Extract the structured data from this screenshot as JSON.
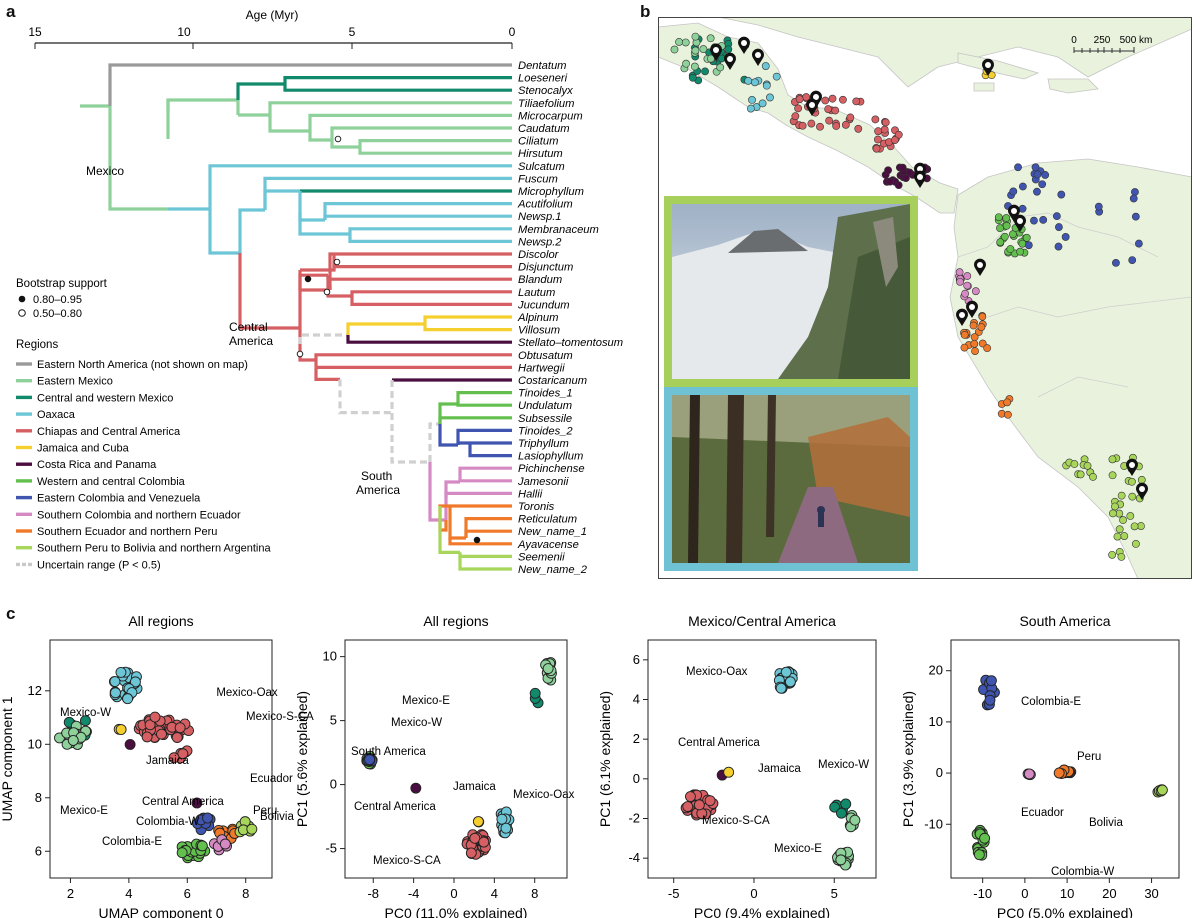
{
  "panel_labels": {
    "a": "a",
    "b": "b",
    "c": "c"
  },
  "tree": {
    "axis_title": "Age (Myr)",
    "ticks": [
      "15",
      "10",
      "5",
      "0"
    ],
    "taxa": [
      "Dentatum",
      "Loeseneri",
      "Stenocalyx",
      "Tiliaefolium",
      "Microcarpum",
      "Caudatum",
      "Ciliatum",
      "Hirsutum",
      "Sulcatum",
      "Fuscum",
      "Microphyllum",
      "Acutifolium",
      "Newsp.1",
      "Membranaceum",
      "Newsp.2",
      "Discolor",
      "Disjunctum",
      "Blandum",
      "Lautum",
      "Jucundum",
      "Alpinum",
      "Villosum",
      "Stellato–tomentosum",
      "Obtusatum",
      "Hartwegii",
      "Costaricanum",
      "Tinoides_1",
      "Undulatum",
      "Subsessile",
      "Tinoides_2",
      "Triphyllum",
      "Lasiophyllum",
      "Pichinchense",
      "Jamesonii",
      "Hallii",
      "Toronis",
      "Reticulatum",
      "New_name_1",
      "Ayavacense",
      "Seemenii",
      "New_name_2"
    ],
    "clade_labels": {
      "mexico": "Mexico",
      "central_1": "Central",
      "central_2": "America",
      "south_1": "South",
      "south_2": "America"
    },
    "bootstrap": {
      "title": "Bootstrap support",
      "high": "0.80–0.95",
      "low": "0.50–0.80"
    },
    "regions_title": "Regions",
    "regions": [
      {
        "label": "Eastern North America (not shown on map)",
        "color": "#9a9a9a"
      },
      {
        "label": "Eastern Mexico",
        "color": "#8ed19a"
      },
      {
        "label": "Central and western Mexico",
        "color": "#11896b"
      },
      {
        "label": "Oaxaca",
        "color": "#6cc6d6"
      },
      {
        "label": "Chiapas and Central America",
        "color": "#d55f63"
      },
      {
        "label": "Jamaica and Cuba",
        "color": "#f5cf2e"
      },
      {
        "label": "Costa Rica and Panama",
        "color": "#4a0f40"
      },
      {
        "label": "Western and central Colombia",
        "color": "#63c04f"
      },
      {
        "label": "Eastern Colombia and Venezuela",
        "color": "#3f55b0"
      },
      {
        "label": "Southern Colombia and northern Ecuador",
        "color": "#d58ac4"
      },
      {
        "label": "Southern Ecuador and northern Peru",
        "color": "#f07a2a"
      },
      {
        "label": "Southern Peru to Bolivia and northern Argentina",
        "color": "#a8d65a"
      }
    ],
    "uncertain_label": "Uncertain range (P < 0.5)"
  },
  "map": {
    "scalebar_ticks": [
      "0",
      "250",
      "500 km"
    ],
    "photo_1": "cloud forest slope photograph",
    "photo_2": "forest trail photograph"
  },
  "chart_data": [
    {
      "type": "scatter",
      "title": "All regions",
      "xlabel": "UMAP component 0",
      "ylabel": "UMAP component 1",
      "xticks": [
        "2",
        "4",
        "6",
        "8"
      ],
      "yticks": [
        "6",
        "8",
        "10",
        "12"
      ],
      "xlim": [
        1.3,
        8.9
      ],
      "ylim": [
        5.0,
        13.9
      ],
      "annotations": [
        "Mexico-Oax",
        "Mexico-W",
        "Mexico-S-CA",
        "Jamaica",
        "Mexico-E",
        "Ecuador",
        "Central America",
        "Peru",
        "Bolivia",
        "Colombia-W",
        "Colombia-E"
      ],
      "clusters": [
        {
          "name": "Mexico-Oax",
          "color": "#6cc6d6",
          "center": [
            3.9,
            12.2
          ],
          "spread": [
            0.55,
            0.55
          ],
          "n": 24
        },
        {
          "name": "Mexico-S-CA",
          "color": "#d55f63",
          "center": [
            5.2,
            10.6
          ],
          "spread": [
            0.9,
            0.45
          ],
          "n": 38
        },
        {
          "name": "Mexico-S-CA",
          "color": "#d55f63",
          "center": [
            5.8,
            9.6
          ],
          "spread": [
            0.35,
            0.2
          ],
          "n": 6
        },
        {
          "name": "Mexico-W",
          "color": "#11896b",
          "center": [
            2.3,
            10.6
          ],
          "spread": [
            0.5,
            0.35
          ],
          "n": 8
        },
        {
          "name": "Mexico-E",
          "color": "#8ed19a",
          "center": [
            2.1,
            10.3
          ],
          "spread": [
            0.55,
            0.45
          ],
          "n": 16
        },
        {
          "name": "Jamaica",
          "color": "#f5cf2e",
          "center": [
            3.7,
            10.6
          ],
          "spread": [
            0.05,
            0.1
          ],
          "n": 2
        },
        {
          "name": "Central America",
          "color": "#4a0f40",
          "center": [
            4.0,
            10.0
          ],
          "spread": [
            0.05,
            0.05
          ],
          "n": 1
        },
        {
          "name": "Ecuador",
          "color": "#4a0f40",
          "center": [
            6.3,
            7.8
          ],
          "spread": [
            0.05,
            0.05
          ],
          "n": 1
        },
        {
          "name": "Colombia-W",
          "color": "#3f55b0",
          "center": [
            6.5,
            7.1
          ],
          "spread": [
            0.3,
            0.3
          ],
          "n": 10
        },
        {
          "name": "Peru",
          "color": "#f07a2a",
          "center": [
            7.4,
            6.7
          ],
          "spread": [
            0.35,
            0.3
          ],
          "n": 10
        },
        {
          "name": "Bolivia",
          "color": "#a8d65a",
          "center": [
            8.0,
            6.9
          ],
          "spread": [
            0.25,
            0.3
          ],
          "n": 8
        },
        {
          "name": "Colombia-W",
          "color": "#d58ac4",
          "center": [
            7.1,
            6.2
          ],
          "spread": [
            0.25,
            0.25
          ],
          "n": 6
        },
        {
          "name": "Colombia-E",
          "color": "#63c04f",
          "center": [
            6.2,
            6.0
          ],
          "spread": [
            0.45,
            0.35
          ],
          "n": 22
        }
      ]
    },
    {
      "type": "scatter",
      "title": "All regions",
      "xlabel": "PC0 (11.0% explained)",
      "ylabel": "PC1 (5.6% explained)",
      "xticks": [
        "-8",
        "-4",
        "0",
        "4",
        "8"
      ],
      "yticks": [
        "-5",
        "0",
        "5",
        "10"
      ],
      "xlim": [
        -10.8,
        11.2
      ],
      "ylim": [
        -7.3,
        11.3
      ],
      "annotations": [
        "Mexico-E",
        "Mexico-W",
        "South America",
        "Jamaica",
        "Mexico-Oax",
        "Central America",
        "Mexico-S-CA"
      ],
      "clusters": [
        {
          "name": "Mexico-E",
          "color": "#8ed19a",
          "center": [
            9.4,
            8.8
          ],
          "spread": [
            0.5,
            0.8
          ],
          "n": 14
        },
        {
          "name": "Mexico-W",
          "color": "#11896b",
          "center": [
            8.2,
            6.8
          ],
          "spread": [
            0.3,
            0.5
          ],
          "n": 3
        },
        {
          "name": "South America",
          "color": "#63c04f",
          "center": [
            -8.4,
            1.9
          ],
          "spread": [
            0.3,
            0.35
          ],
          "n": 16
        },
        {
          "name": "South America",
          "color": "#3f55b0",
          "center": [
            -8.3,
            1.9
          ],
          "spread": [
            0.2,
            0.25
          ],
          "n": 6
        },
        {
          "name": "Central America",
          "color": "#4a0f40",
          "center": [
            -3.8,
            -0.3
          ],
          "spread": [
            0.05,
            0.05
          ],
          "n": 1
        },
        {
          "name": "Mexico-Oax",
          "color": "#6cc6d6",
          "center": [
            5.0,
            -3.0
          ],
          "spread": [
            0.5,
            1.0
          ],
          "n": 16
        },
        {
          "name": "Jamaica",
          "color": "#f5cf2e",
          "center": [
            2.4,
            -2.9
          ],
          "spread": [
            0.1,
            0.1
          ],
          "n": 2
        },
        {
          "name": "Mexico-S-CA",
          "color": "#d55f63",
          "center": [
            2.2,
            -4.6
          ],
          "spread": [
            1.0,
            0.9
          ],
          "n": 40
        }
      ]
    },
    {
      "type": "scatter",
      "title": "Mexico/Central America",
      "xlabel": "PC0 (9.4% explained)",
      "ylabel": "PC1 (6.1% explained)",
      "xticks": [
        "-5",
        "0",
        "5"
      ],
      "yticks": [
        "-4",
        "-2",
        "0",
        "2",
        "4",
        "6"
      ],
      "xlim": [
        -6.6,
        7.6
      ],
      "ylim": [
        -5.0,
        7.0
      ],
      "annotations": [
        "Mexico-Oax",
        "Central America",
        "Jamaica",
        "Mexico-W",
        "Mexico-S-CA",
        "Mexico-E"
      ],
      "clusters": [
        {
          "name": "Mexico-Oax",
          "color": "#6cc6d6",
          "center": [
            2.0,
            5.0
          ],
          "spread": [
            0.5,
            0.55
          ],
          "n": 18
        },
        {
          "name": "Mexico-S-CA",
          "color": "#d55f63",
          "center": [
            -3.5,
            -1.3
          ],
          "spread": [
            1.0,
            0.55
          ],
          "n": 42
        },
        {
          "name": "Central America",
          "color": "#4a0f40",
          "center": [
            -2.0,
            0.2
          ],
          "spread": [
            0.05,
            0.05
          ],
          "n": 1
        },
        {
          "name": "Jamaica",
          "color": "#f5cf2e",
          "center": [
            -1.6,
            0.3
          ],
          "spread": [
            0.05,
            0.05
          ],
          "n": 1
        },
        {
          "name": "Mexico-W",
          "color": "#11896b",
          "center": [
            5.4,
            -1.4
          ],
          "spread": [
            0.45,
            0.5
          ],
          "n": 5
        },
        {
          "name": "Mexico-W",
          "color": "#8ed19a",
          "center": [
            6.0,
            -2.2
          ],
          "spread": [
            0.3,
            0.4
          ],
          "n": 6
        },
        {
          "name": "Mexico-E",
          "color": "#8ed19a",
          "center": [
            5.6,
            -4.0
          ],
          "spread": [
            0.5,
            0.35
          ],
          "n": 14
        }
      ]
    },
    {
      "type": "scatter",
      "title": "South America",
      "xlabel": "PC0 (5.0% explained)",
      "ylabel": "PC1 (3.9% explained)",
      "xticks": [
        "-10",
        "0",
        "10",
        "20",
        "30"
      ],
      "yticks": [
        "-10",
        "0",
        "10",
        "20"
      ],
      "xlim": [
        -17.5,
        36.5
      ],
      "ylim": [
        -20.5,
        26.0
      ],
      "annotations": [
        "Colombia-E",
        "Peru",
        "Ecuador",
        "Bolivia",
        "Colombia-W"
      ],
      "clusters": [
        {
          "name": "Colombia-E",
          "color": "#3f55b0",
          "center": [
            -8.5,
            16.0
          ],
          "spread": [
            1.3,
            4.0
          ],
          "n": 12
        },
        {
          "name": "Peru",
          "color": "#f07a2a",
          "center": [
            9.5,
            0.2
          ],
          "spread": [
            1.5,
            0.5
          ],
          "n": 12
        },
        {
          "name": "Ecuador",
          "color": "#d58ac4",
          "center": [
            1.0,
            -0.1
          ],
          "spread": [
            0.8,
            0.3
          ],
          "n": 4
        },
        {
          "name": "Bolivia",
          "color": "#a8d65a",
          "center": [
            32.2,
            -3.5
          ],
          "spread": [
            1.0,
            0.3
          ],
          "n": 6
        },
        {
          "name": "Colombia-W",
          "color": "#63c04f",
          "center": [
            -10.5,
            -13.5
          ],
          "spread": [
            1.0,
            2.8
          ],
          "n": 18
        }
      ]
    }
  ]
}
